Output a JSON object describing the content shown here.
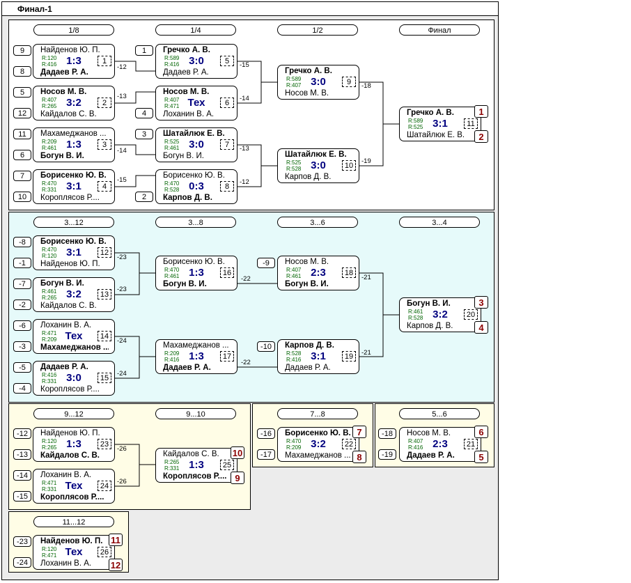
{
  "title": "Финал-1",
  "colors": {
    "main": "#ffffff",
    "consolation": "#e6fafa",
    "lower": "#fffde6",
    "place": "#8b0000",
    "score": "#00007f",
    "rating": "#006400"
  },
  "rounds": {
    "r18": "1/8",
    "r14": "1/4",
    "r12": "1/2",
    "final": "Финал",
    "c312": "3...12",
    "c38": "3...8",
    "c36": "3...6",
    "c34": "3...4",
    "c912": "9...12",
    "c910": "9...10",
    "c78": "7...8",
    "c56": "5...6",
    "c1112": "11...12"
  },
  "matches": {
    "m1": {
      "p1": "Найденов Ю. П.",
      "p2": "Дадаев Р. А.",
      "r1": "R:120",
      "r2": "R:416",
      "score": "1:3",
      "num": "1",
      "seed1": "9",
      "seed2": "8",
      "loser": "-12"
    },
    "m2": {
      "p1": "Носов М. В.",
      "p2": "Кайдалов С. В.",
      "r1": "R:407",
      "r2": "R:265",
      "score": "3:2",
      "num": "2",
      "seed1": "5",
      "seed2": "12",
      "loser": "-13"
    },
    "m3": {
      "p1": "Махамеджанов ...",
      "p2": "Богун В. И.",
      "r1": "R:209",
      "r2": "R:461",
      "score": "1:3",
      "num": "3",
      "seed1": "11",
      "seed2": "6",
      "loser": "-14"
    },
    "m4": {
      "p1": "Борисенко Ю. В.",
      "p2": "Короплясов Р....",
      "r1": "R:470",
      "r2": "R:331",
      "score": "3:1",
      "num": "4",
      "seed1": "7",
      "seed2": "10",
      "loser": "-15"
    },
    "m5": {
      "p1": "Гречко А. В.",
      "p2": "Дадаев Р. А.",
      "r1": "R:589",
      "r2": "R:416",
      "score": "3:0",
      "num": "5",
      "seed1": "1",
      "loser": "-15"
    },
    "m6": {
      "p1": "Носов М. В.",
      "p2": "Лоханин В. А.",
      "r1": "R:407",
      "r2": "R:471",
      "score": "Тех",
      "num": "6",
      "seed2": "4",
      "loser": "-14"
    },
    "m7": {
      "p1": "Шатайлюк Е. В.",
      "p2": "Богун В. И.",
      "r1": "R:525",
      "r2": "R:461",
      "score": "3:0",
      "num": "7",
      "seed1": "3",
      "loser": "-13"
    },
    "m8": {
      "p1": "Борисенко Ю. В.",
      "p2": "Карпов Д. В.",
      "r1": "R:470",
      "r2": "R:528",
      "score": "0:3",
      "num": "8",
      "seed2": "2",
      "loser": "-12"
    },
    "m9": {
      "p1": "Гречко А. В.",
      "p2": "Носов М. В.",
      "r1": "R:589",
      "r2": "R:407",
      "score": "3:0",
      "num": "9",
      "loser": "-18"
    },
    "m10": {
      "p1": "Шатайлюк Е. В.",
      "p2": "Карпов Д. В.",
      "r1": "R:525",
      "r2": "R:528",
      "score": "3:0",
      "num": "10",
      "loser": "-19"
    },
    "m11": {
      "p1": "Гречко А. В.",
      "p2": "Шатайлюк Е. В.",
      "r1": "R:589",
      "r2": "R:525",
      "score": "3:1",
      "num": "11",
      "place1": "1",
      "place2": "2"
    },
    "m12": {
      "p1": "Борисенко Ю. В.",
      "p2": "Найденов Ю. П.",
      "r1": "R:470",
      "r2": "R:120",
      "score": "3:1",
      "num": "12",
      "seed1": "-8",
      "seed2": "-1",
      "loser": "-23"
    },
    "m13": {
      "p1": "Богун В. И.",
      "p2": "Кайдалов С. В.",
      "r1": "R:461",
      "r2": "R:265",
      "score": "3:2",
      "num": "13",
      "seed1": "-7",
      "seed2": "-2",
      "loser": "-23"
    },
    "m14": {
      "p1": "Лоханин В. А.",
      "p2": "Махамеджанов ...",
      "r1": "R:471",
      "r2": "R:209",
      "score": "Тех",
      "num": "14",
      "seed1": "-6",
      "seed2": "-3",
      "loser": "-24"
    },
    "m15": {
      "p1": "Дадаев Р. А.",
      "p2": "Короплясов Р....",
      "r1": "R:416",
      "r2": "R:331",
      "score": "3:0",
      "num": "15",
      "seed1": "-5",
      "seed2": "-4",
      "loser": "-24"
    },
    "m16": {
      "p1": "Борисенко Ю. В.",
      "p2": "Богун В. И.",
      "r1": "R:470",
      "r2": "R:461",
      "score": "1:3",
      "num": "16",
      "loser": "-22"
    },
    "m17": {
      "p1": "Махамеджанов ...",
      "p2": "Дадаев Р. А.",
      "r1": "R:209",
      "r2": "R:416",
      "score": "1:3",
      "num": "17",
      "loser": "-22"
    },
    "m18": {
      "p1": "Носов М. В.",
      "p2": "Богун В. И.",
      "r1": "R:407",
      "r2": "R:461",
      "score": "2:3",
      "num": "18",
      "seed1": "-9",
      "loser": "-21"
    },
    "m19": {
      "p1": "Карпов Д. В.",
      "p2": "Дадаев Р. А.",
      "r1": "R:528",
      "r2": "R:416",
      "score": "3:1",
      "num": "19",
      "seed1": "-10",
      "loser": "-21"
    },
    "m20": {
      "p1": "Богун В. И.",
      "p2": "Карпов Д. В.",
      "r1": "R:461",
      "r2": "R:528",
      "score": "3:2",
      "num": "20",
      "place1": "3",
      "place2": "4"
    },
    "m23": {
      "p1": "Найденов Ю. П.",
      "p2": "Кайдалов С. В.",
      "r1": "R:120",
      "r2": "R:265",
      "score": "1:3",
      "num": "23",
      "seed1": "-12",
      "seed2": "-13",
      "loser": "-26"
    },
    "m24": {
      "p1": "Лоханин В. А.",
      "p2": "Короплясов Р....",
      "r1": "R:471",
      "r2": "R:331",
      "score": "Тех",
      "num": "24",
      "seed1": "-14",
      "seed2": "-15",
      "loser": "-26"
    },
    "m25": {
      "p1": "Кайдалов С. В.",
      "p2": "Короплясов Р....",
      "r1": "R:265",
      "r2": "R:331",
      "score": "1:3",
      "num": "25",
      "place1": "10",
      "place2": "9"
    },
    "m22": {
      "p1": "Борисенко Ю. В.",
      "p2": "Махамеджанов ...",
      "r1": "R:470",
      "r2": "R:209",
      "score": "3:2",
      "num": "22",
      "seed1": "-16",
      "seed2": "-17",
      "place1": "7",
      "place2": "8"
    },
    "m21": {
      "p1": "Носов М. В.",
      "p2": "Дадаев Р. А.",
      "r1": "R:407",
      "r2": "R:416",
      "score": "2:3",
      "num": "21",
      "seed1": "-18",
      "seed2": "-19",
      "place1": "6",
      "place2": "5"
    },
    "m26": {
      "p1": "Найденов Ю. П.",
      "p2": "Лоханин В. А.",
      "r1": "R:120",
      "r2": "R:471",
      "score": "Тех",
      "num": "26",
      "seed1": "-23",
      "seed2": "-24",
      "place1": "11",
      "place2": "12"
    }
  }
}
